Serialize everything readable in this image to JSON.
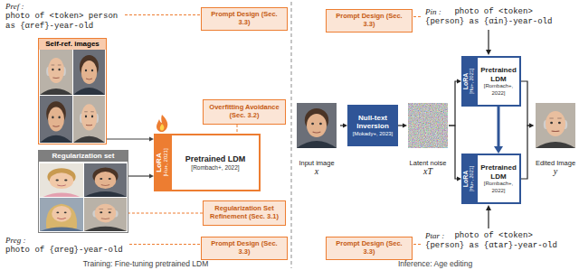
{
  "diagram": {
    "nodes": [
      {
        "text": [
          "Self-ref. images"
        ]
      },
      {
        "text": [
          "Regularization set"
        ]
      },
      {
        "text": [
          "LoRA",
          "[Hu+, 2021]"
        ]
      },
      {
        "text": [
          "Pretrained LDM",
          "[Rombach+, 2022]"
        ]
      },
      {
        "text": [
          "Overfitting Avoidance (Sec. 3.2)"
        ]
      },
      {
        "text": [
          "Regularization Set Refinement (Sec. 3.1)"
        ]
      },
      {
        "text": [
          "Prompt Design (Sec. 3.3)"
        ]
      },
      {
        "text": [
          "Prompt Design (Sec. 3.3)"
        ]
      },
      {
        "text": [
          "Prompt Design (Sec. 3.3)"
        ]
      },
      {
        "text": [
          "Input image",
          "x"
        ]
      },
      {
        "text": [
          "Null-text Inversion",
          "[Mokady+, 2023]"
        ]
      },
      {
        "text": [
          "Latent noise",
          "xT"
        ]
      },
      {
        "text": [
          "LoRA",
          "[Hu+, 2021]"
        ]
      },
      {
        "text": [
          "Pretrained LDM",
          "[Rombach+, 2022]"
        ]
      },
      {
        "text": [
          "LoRA",
          "[Hu+, 2021]"
        ]
      },
      {
        "text": [
          "Pretrained LDM",
          "[Rombach+, 2022]"
        ]
      },
      {
        "text": [
          "Edited Image",
          "y"
        ]
      },
      {
        "text": [
          "Prompt Design (Sec. 3.3)"
        ]
      }
    ],
    "edges": [
      {
        "from": 0,
        "to": 2,
        "arrow": "to"
      },
      {
        "from": 1,
        "to": 2,
        "arrow": "to"
      },
      {
        "from": 4,
        "to": 3,
        "arrow": "none"
      },
      {
        "from": 5,
        "to": 1,
        "arrow": "none"
      },
      {
        "from": 9,
        "to": 10,
        "arrow": "to"
      },
      {
        "from": 10,
        "to": 11,
        "arrow": "to"
      },
      {
        "from": 11,
        "to": 12,
        "arrow": "to"
      },
      {
        "from": 11,
        "to": 14,
        "arrow": "to"
      },
      {
        "from": 13,
        "to": 15,
        "arrow": "to"
      },
      {
        "from": 13,
        "to": 16,
        "arrow": "to"
      },
      {
        "from": 15,
        "to": 16,
        "arrow": "to"
      }
    ],
    "labels": [
      "Pref :",
      "photo of <token> person as {αref}-year-old",
      "Preg :",
      "photo of {αreg}-year-old",
      "Training: Fine-tuning pretrained LDM",
      "Pin :",
      "photo of <token> {person} as {αin}-year-old",
      "Ptar :",
      "photo of <token> {person} as {αtar}-year-old",
      "Inference: Age editing"
    ]
  }
}
